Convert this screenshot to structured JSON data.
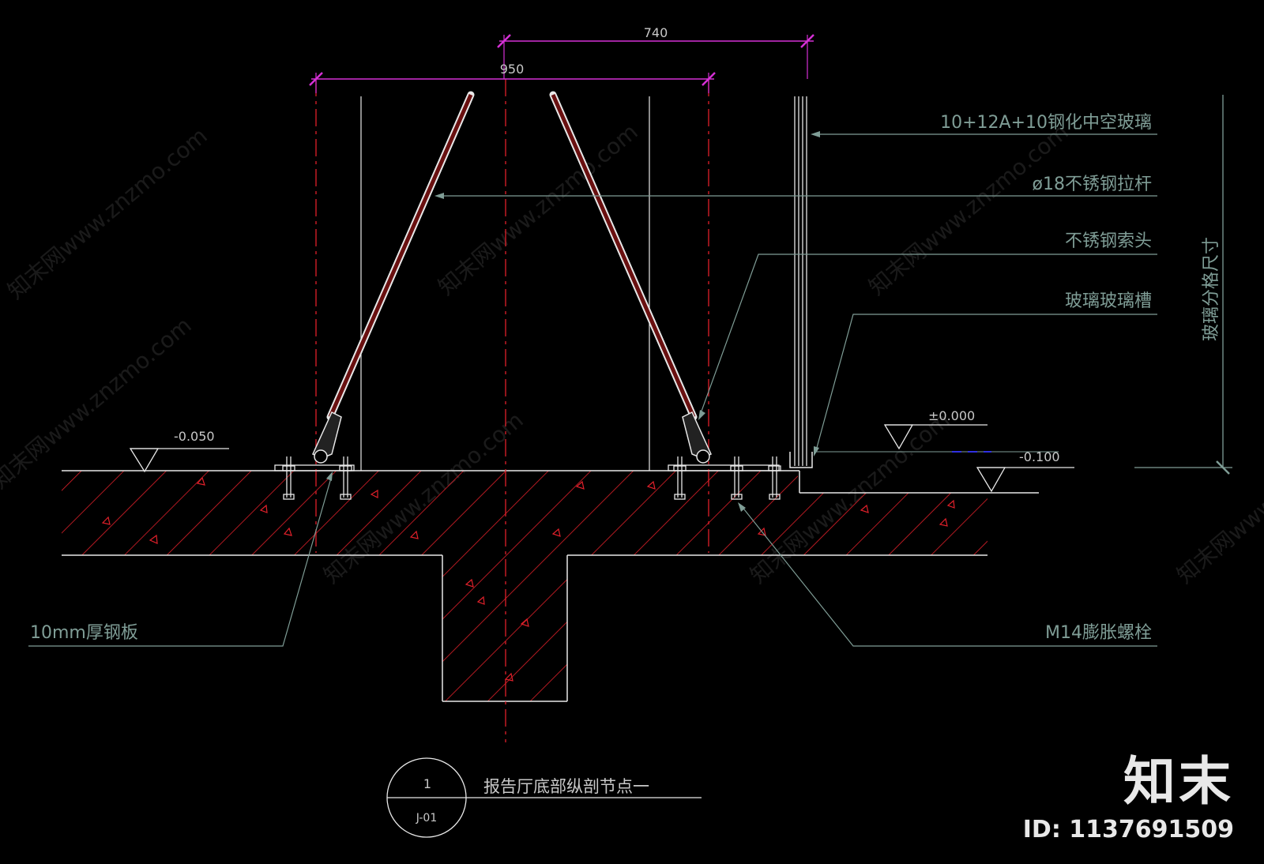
{
  "dimensions": {
    "top": "740",
    "bottom": "950"
  },
  "labels": {
    "glass": "10+12A+10钢化中空玻璃",
    "rod": "ø18不锈钢拉杆",
    "cable_head": "不锈钢索头",
    "glass_slot": "玻璃玻璃槽",
    "steel_plate": "10mm厚钢板",
    "bolt": "M14膨胀螺栓",
    "glass_grid": "玻璃分格尺寸"
  },
  "levels": {
    "left": "-0.050",
    "zero": "±0.000",
    "right": "-0.100"
  },
  "title": {
    "number": "1",
    "sheet": "J-01",
    "text": "报告厅底部纵剖节点一"
  },
  "brand": {
    "logo": "知末",
    "id": "ID: 1137691509",
    "watermark": "知末网www.znzmo.com"
  },
  "colors": {
    "background": "#000000",
    "concrete_hatch": "#e0202a",
    "dimension": "#d630d6",
    "leader": "#7f9d96",
    "outline": "#e8e8e8"
  }
}
